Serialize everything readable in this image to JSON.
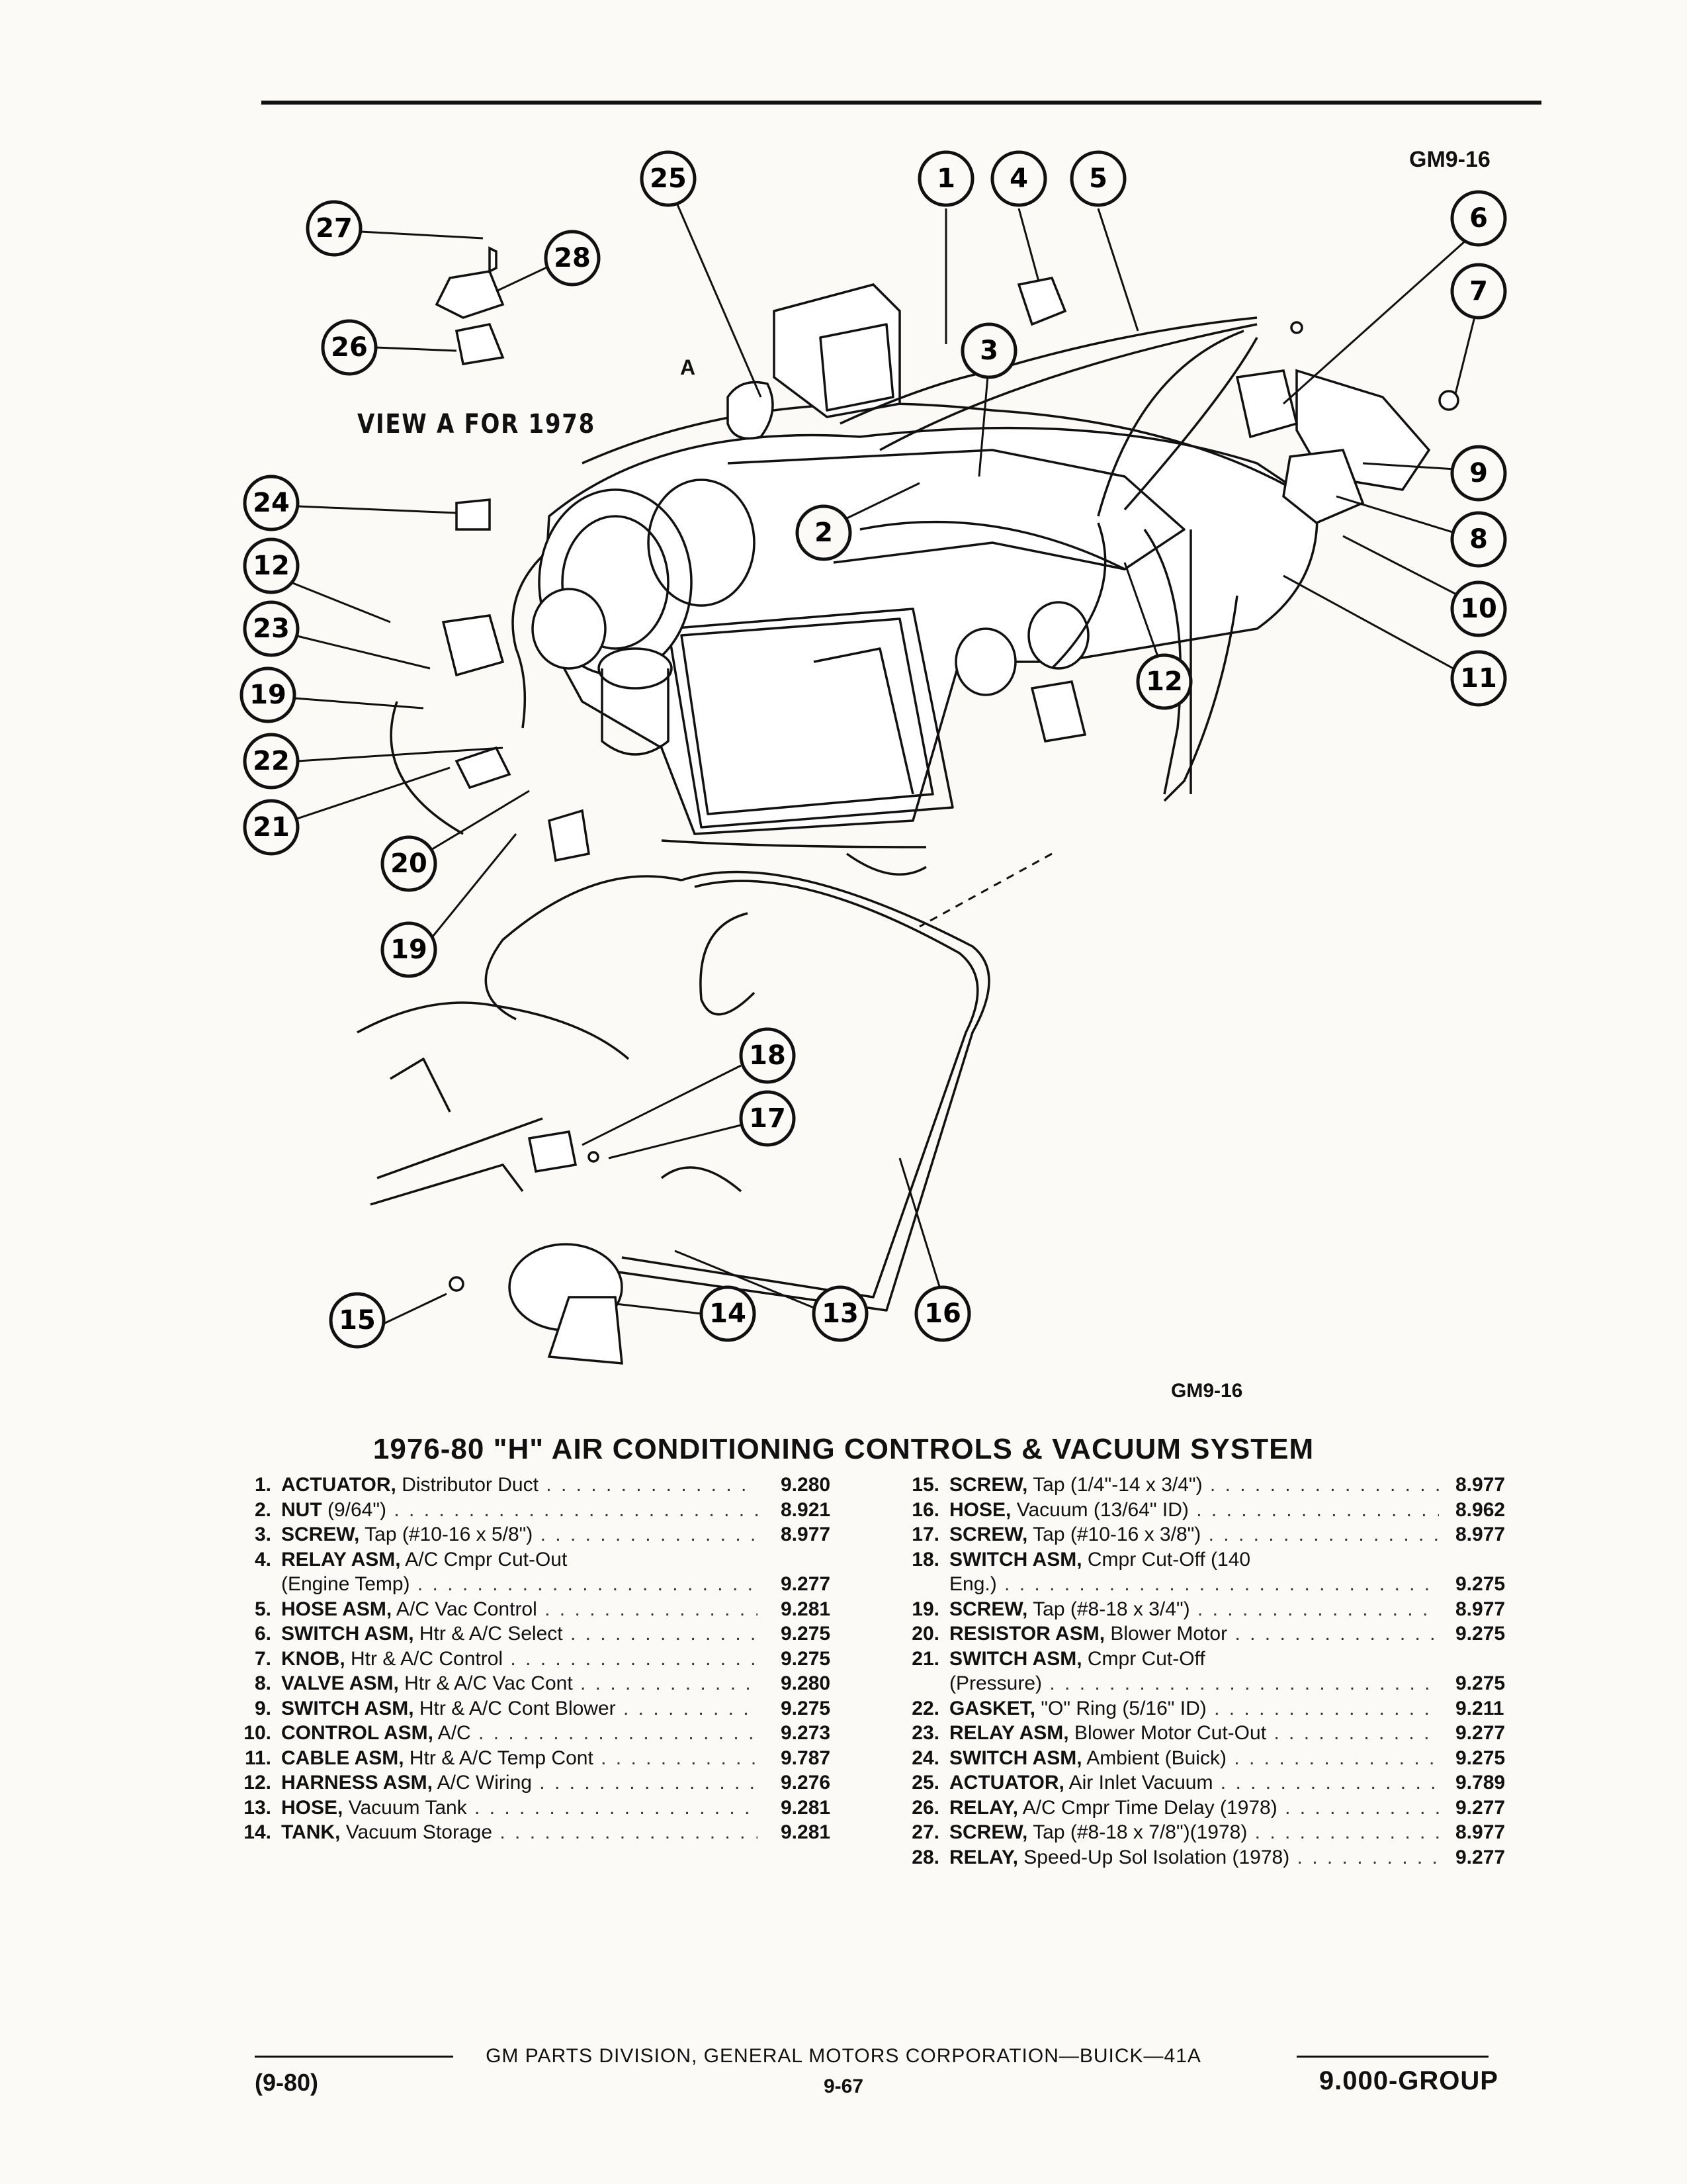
{
  "figure": {
    "code_top": "GM9-16",
    "code_bottom": "GM9-16",
    "view_label": "VIEW A FOR 1978",
    "view_marker": "A",
    "callouts": [
      "27",
      "28",
      "26",
      "25",
      "1",
      "4",
      "5",
      "6",
      "7",
      "3",
      "9",
      "8",
      "10",
      "11",
      "12",
      "2",
      "24",
      "12",
      "23",
      "19",
      "22",
      "21",
      "20",
      "19",
      "18",
      "17",
      "15",
      "14",
      "13",
      "16"
    ]
  },
  "title": "1976-80 \"H\" AIR CONDITIONING CONTROLS & VACUUM SYSTEM",
  "parts_left": [
    {
      "num": "1.",
      "name": "ACTUATOR,",
      "desc": " Distributor Duct",
      "group": "9.280"
    },
    {
      "num": "2.",
      "name": "NUT",
      "desc": " (9/64\")",
      "group": "8.921"
    },
    {
      "num": "3.",
      "name": "SCREW,",
      "desc": " Tap (#10-16 x 5/8\")",
      "group": "8.977"
    },
    {
      "num": "4.",
      "name": "RELAY ASM,",
      "desc": " A/C Cmpr Cut-Out",
      "cont": "(Engine Temp)",
      "group": "9.277"
    },
    {
      "num": "5.",
      "name": "HOSE ASM,",
      "desc": " A/C Vac Control",
      "group": "9.281"
    },
    {
      "num": "6.",
      "name": "SWITCH ASM,",
      "desc": " Htr & A/C Select",
      "group": "9.275"
    },
    {
      "num": "7.",
      "name": "KNOB,",
      "desc": " Htr & A/C Control",
      "group": "9.275"
    },
    {
      "num": "8.",
      "name": "VALVE ASM,",
      "desc": " Htr & A/C Vac Cont",
      "group": "9.280"
    },
    {
      "num": "9.",
      "name": "SWITCH ASM,",
      "desc": " Htr & A/C Cont Blower",
      "group": "9.275"
    },
    {
      "num": "10.",
      "name": "CONTROL ASM,",
      "desc": " A/C",
      "group": "9.273"
    },
    {
      "num": "11.",
      "name": "CABLE ASM,",
      "desc": " Htr & A/C Temp Cont",
      "group": "9.787"
    },
    {
      "num": "12.",
      "name": "HARNESS ASM,",
      "desc": " A/C Wiring",
      "group": "9.276"
    },
    {
      "num": "13.",
      "name": "HOSE,",
      "desc": " Vacuum Tank",
      "group": "9.281"
    },
    {
      "num": "14.",
      "name": "TANK,",
      "desc": " Vacuum Storage",
      "group": "9.281"
    }
  ],
  "parts_right": [
    {
      "num": "15.",
      "name": "SCREW,",
      "desc": " Tap (1/4\"-14 x 3/4\")",
      "group": "8.977"
    },
    {
      "num": "16.",
      "name": "HOSE,",
      "desc": " Vacuum (13/64\" ID)",
      "group": "8.962"
    },
    {
      "num": "17.",
      "name": "SCREW,",
      "desc": " Tap (#10-16 x 3/8\")",
      "group": "8.977"
    },
    {
      "num": "18.",
      "name": "SWITCH ASM,",
      "desc": " Cmpr Cut-Off (140",
      "cont": "Eng.)",
      "group": "9.275"
    },
    {
      "num": "19.",
      "name": "SCREW,",
      "desc": " Tap (#8-18 x 3/4\")",
      "group": "8.977"
    },
    {
      "num": "20.",
      "name": "RESISTOR ASM,",
      "desc": " Blower Motor",
      "group": "9.275"
    },
    {
      "num": "21.",
      "name": "SWITCH ASM,",
      "desc": " Cmpr Cut-Off",
      "cont": "(Pressure)",
      "group": "9.275"
    },
    {
      "num": "22.",
      "name": "GASKET,",
      "desc": " \"O\" Ring (5/16\" ID)",
      "group": "9.211"
    },
    {
      "num": "23.",
      "name": "RELAY ASM,",
      "desc": " Blower Motor Cut-Out",
      "group": "9.277"
    },
    {
      "num": "24.",
      "name": "SWITCH ASM,",
      "desc": " Ambient (Buick)",
      "group": "9.275"
    },
    {
      "num": "25.",
      "name": "ACTUATOR,",
      "desc": " Air Inlet Vacuum",
      "group": "9.789"
    },
    {
      "num": "26.",
      "name": "RELAY,",
      "desc": " A/C Cmpr Time Delay (1978)",
      "group": "9.277"
    },
    {
      "num": "27.",
      "name": "SCREW,",
      "desc": " Tap (#8-18 x 7/8\")(1978)",
      "group": "8.977"
    },
    {
      "num": "28.",
      "name": "RELAY,",
      "desc": " Speed-Up Sol Isolation (1978)",
      "group": "9.277"
    }
  ],
  "footer": {
    "publisher": "GM PARTS DIVISION, GENERAL MOTORS CORPORATION—BUICK—41A",
    "date": "(9-80)",
    "page": "9-67",
    "group": "9.000-GROUP"
  }
}
